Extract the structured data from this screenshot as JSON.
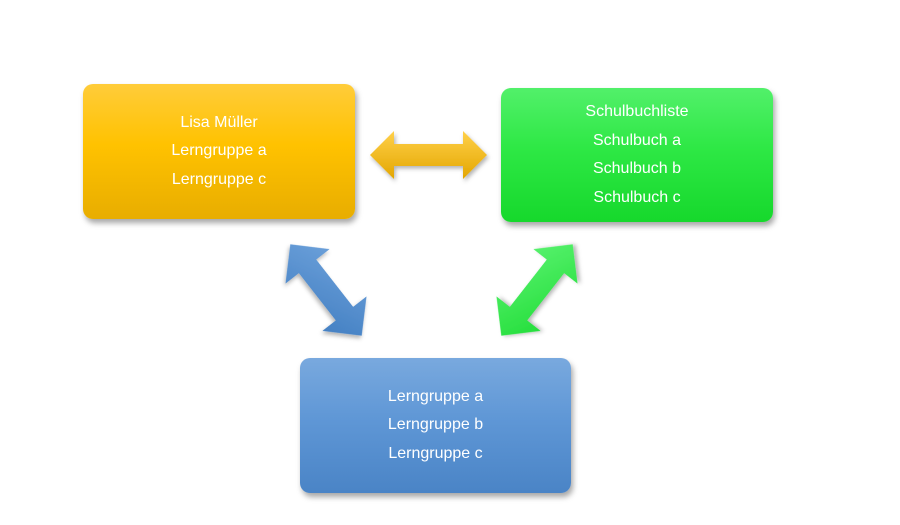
{
  "diagram": {
    "student_box": {
      "lines": [
        "Lisa Müller",
        "Lerngruppe a",
        "Lerngruppe c"
      ],
      "color": "#ffc200"
    },
    "books_box": {
      "lines": [
        "Schulbuchliste",
        "Schulbuch a",
        "Schulbuch b",
        "Schulbuch c"
      ],
      "color": "#2ee845"
    },
    "groups_box": {
      "lines": [
        "Lerngruppe a",
        "Lerngruppe b",
        "Lerngruppe c"
      ],
      "color": "#5f97d6"
    },
    "arrows": [
      {
        "from": "student_box",
        "to": "books_box",
        "color": "#ffc200"
      },
      {
        "from": "student_box",
        "to": "groups_box",
        "color": "#5f97d6"
      },
      {
        "from": "books_box",
        "to": "groups_box",
        "color": "#2ee845"
      }
    ]
  }
}
